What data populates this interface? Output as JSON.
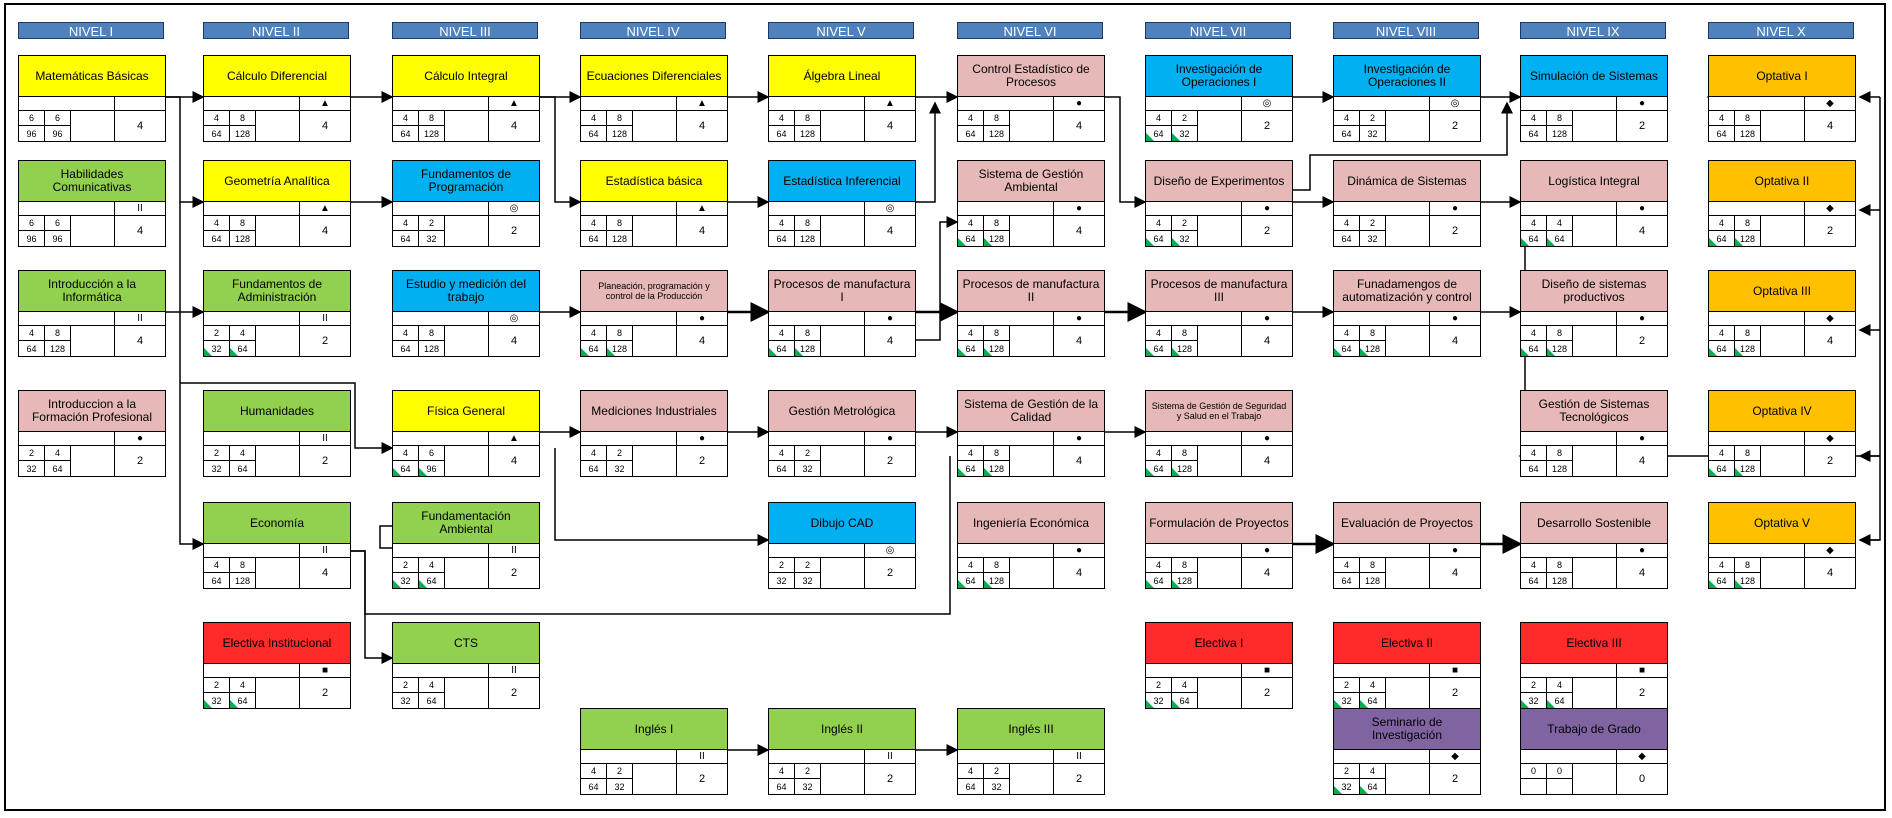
{
  "levels": [
    "NIVEL I",
    "NIVEL II",
    "NIVEL III",
    "NIVEL IV",
    "NIVEL V",
    "NIVEL VI",
    "NIVEL VII",
    "NIVEL VIII",
    "NIVEL IX",
    "NIVEL X"
  ],
  "colors": {
    "yellow": "#ffff00",
    "green": "#92d050",
    "blue": "#00b0f0",
    "pink": "#e6b9b8",
    "orange": "#ffc000",
    "red": "#ff2a2a",
    "purple": "#8064a2",
    "header": "#4f81bd"
  },
  "courses": [
    {
      "id": "mat",
      "col": 0,
      "row": 0,
      "name": "Matemáticas Básicas",
      "color": "yellow",
      "sym": "",
      "a": "6",
      "b": "6",
      "c": "96",
      "d": "96",
      "cr": "4",
      "tri": false
    },
    {
      "id": "hab",
      "col": 0,
      "row": 1,
      "name": "Habilidades Comunicativas",
      "color": "green",
      "sym": "II",
      "a": "6",
      "b": "6",
      "c": "96",
      "d": "96",
      "cr": "4",
      "tri": false
    },
    {
      "id": "inf",
      "col": 0,
      "row": 2,
      "name": "Introducción a la Informática",
      "color": "green",
      "sym": "II",
      "a": "4",
      "b": "8",
      "c": "64",
      "d": "128",
      "cr": "4",
      "tri": false
    },
    {
      "id": "ifp",
      "col": 0,
      "row": 3,
      "name": "Introduccion a la Formación Profesional",
      "color": "pink",
      "sym": "●",
      "a": "2",
      "b": "4",
      "c": "32",
      "d": "64",
      "cr": "2",
      "tri": false
    },
    {
      "id": "cd",
      "col": 1,
      "row": 0,
      "name": "Cálculo Diferencial",
      "color": "yellow",
      "sym": "▲",
      "a": "4",
      "b": "8",
      "c": "64",
      "d": "128",
      "cr": "4",
      "tri": false
    },
    {
      "id": "ga",
      "col": 1,
      "row": 1,
      "name": "Geometría Analítica",
      "color": "yellow",
      "sym": "▲",
      "a": "4",
      "b": "8",
      "c": "64",
      "d": "128",
      "cr": "4",
      "tri": false
    },
    {
      "id": "fa",
      "col": 1,
      "row": 2,
      "name": "Fundamentos de Administración",
      "color": "green",
      "sym": "II",
      "a": "2",
      "b": "4",
      "c": "32",
      "d": "64",
      "cr": "2",
      "tri": true
    },
    {
      "id": "hum",
      "col": 1,
      "row": 3,
      "name": "Humanidades",
      "color": "green",
      "sym": "II",
      "a": "2",
      "b": "4",
      "c": "32",
      "d": "64",
      "cr": "2",
      "tri": false
    },
    {
      "id": "eco",
      "col": 1,
      "row": 4,
      "name": "Economía",
      "color": "green",
      "sym": "II",
      "a": "4",
      "b": "8",
      "c": "64",
      "d": "128",
      "cr": "4",
      "tri": false
    },
    {
      "id": "ei",
      "col": 1,
      "row": 5,
      "name": "Electiva Institucional",
      "color": "red",
      "sym": "■",
      "a": "2",
      "b": "4",
      "c": "32",
      "d": "64",
      "cr": "2",
      "tri": true
    },
    {
      "id": "ci",
      "col": 2,
      "row": 0,
      "name": "Cálculo Integral",
      "color": "yellow",
      "sym": "▲",
      "a": "4",
      "b": "8",
      "c": "64",
      "d": "128",
      "cr": "4",
      "tri": false
    },
    {
      "id": "fp",
      "col": 2,
      "row": 1,
      "name": "Fundamentos de Programación",
      "color": "blue",
      "sym": "◎",
      "a": "4",
      "b": "2",
      "c": "64",
      "d": "32",
      "cr": "2",
      "tri": false
    },
    {
      "id": "emt",
      "col": 2,
      "row": 2,
      "name": "Estudio y medición del trabajo",
      "color": "blue",
      "sym": "◎",
      "a": "4",
      "b": "8",
      "c": "64",
      "d": "128",
      "cr": "4",
      "tri": false
    },
    {
      "id": "fg",
      "col": 2,
      "row": 3,
      "name": "Física General",
      "color": "yellow",
      "sym": "▲",
      "a": "4",
      "b": "6",
      "c": "64",
      "d": "96",
      "cr": "4",
      "tri": true
    },
    {
      "id": "fam",
      "col": 2,
      "row": 4,
      "name": "Fundamentación Ambiental",
      "color": "green",
      "sym": "II",
      "a": "2",
      "b": "4",
      "c": "32",
      "d": "64",
      "cr": "2",
      "tri": true
    },
    {
      "id": "cts",
      "col": 2,
      "row": 5,
      "name": "CTS",
      "color": "green",
      "sym": "II",
      "a": "2",
      "b": "4",
      "c": "32",
      "d": "64",
      "cr": "2",
      "tri": false
    },
    {
      "id": "ed",
      "col": 3,
      "row": 0,
      "name": "Ecuaciones Diferenciales",
      "color": "yellow",
      "sym": "▲",
      "a": "4",
      "b": "8",
      "c": "64",
      "d": "128",
      "cr": "4",
      "tri": false
    },
    {
      "id": "eb",
      "col": 3,
      "row": 1,
      "name": "Estadística básica",
      "color": "yellow",
      "sym": "▲",
      "a": "4",
      "b": "8",
      "c": "64",
      "d": "128",
      "cr": "4",
      "tri": false
    },
    {
      "id": "ppc",
      "col": 3,
      "row": 2,
      "name": "Planeación, programación y control de la Producción",
      "color": "pink",
      "sym": "●",
      "a": "4",
      "b": "8",
      "c": "64",
      "d": "128",
      "cr": "4",
      "tri": true,
      "small": true
    },
    {
      "id": "mi",
      "col": 3,
      "row": 3,
      "name": "Mediciones Industriales",
      "color": "pink",
      "sym": "●",
      "a": "4",
      "b": "2",
      "c": "64",
      "d": "32",
      "cr": "2",
      "tri": false
    },
    {
      "id": "in1",
      "col": 3,
      "row": 6,
      "name": "Inglés I",
      "color": "green",
      "sym": "II",
      "a": "4",
      "b": "2",
      "c": "64",
      "d": "32",
      "cr": "2",
      "tri": false
    },
    {
      "id": "al",
      "col": 4,
      "row": 0,
      "name": "Álgebra Lineal",
      "color": "yellow",
      "sym": "▲",
      "a": "4",
      "b": "8",
      "c": "64",
      "d": "128",
      "cr": "4",
      "tri": false
    },
    {
      "id": "ein",
      "col": 4,
      "row": 1,
      "name": "Estadística Inferencial",
      "color": "blue",
      "sym": "◎",
      "a": "4",
      "b": "8",
      "c": "64",
      "d": "128",
      "cr": "4",
      "tri": false
    },
    {
      "id": "pm1",
      "col": 4,
      "row": 2,
      "name": "Procesos de manufactura I",
      "color": "pink",
      "sym": "●",
      "a": "4",
      "b": "8",
      "c": "64",
      "d": "128",
      "cr": "4",
      "tri": true
    },
    {
      "id": "gm",
      "col": 4,
      "row": 3,
      "name": "Gestión Metrológica",
      "color": "pink",
      "sym": "●",
      "a": "4",
      "b": "2",
      "c": "64",
      "d": "32",
      "cr": "2",
      "tri": false
    },
    {
      "id": "cad",
      "col": 4,
      "row": 4,
      "name": "Dibujo CAD",
      "color": "blue",
      "sym": "◎",
      "a": "2",
      "b": "2",
      "c": "32",
      "d": "32",
      "cr": "2",
      "tri": false
    },
    {
      "id": "in2",
      "col": 4,
      "row": 6,
      "name": "Inglés II",
      "color": "green",
      "sym": "II",
      "a": "4",
      "b": "2",
      "c": "64",
      "d": "32",
      "cr": "2",
      "tri": false
    },
    {
      "id": "cep",
      "col": 5,
      "row": 0,
      "name": "Control Estadístico de Procesos",
      "color": "pink",
      "sym": "●",
      "a": "4",
      "b": "8",
      "c": "64",
      "d": "128",
      "cr": "4",
      "tri": false
    },
    {
      "id": "sga",
      "col": 5,
      "row": 1,
      "name": "Sistema de Gestión Ambiental",
      "color": "pink",
      "sym": "●",
      "a": "4",
      "b": "8",
      "c": "64",
      "d": "128",
      "cr": "4",
      "tri": true
    },
    {
      "id": "pm2",
      "col": 5,
      "row": 2,
      "name": "Procesos de manufactura II",
      "color": "pink",
      "sym": "●",
      "a": "4",
      "b": "8",
      "c": "64",
      "d": "128",
      "cr": "4",
      "tri": true
    },
    {
      "id": "sgc",
      "col": 5,
      "row": 3,
      "name": "Sistema de Gestión de la Calidad",
      "color": "pink",
      "sym": "●",
      "a": "4",
      "b": "8",
      "c": "64",
      "d": "128",
      "cr": "4",
      "tri": true
    },
    {
      "id": "ie",
      "col": 5,
      "row": 4,
      "name": "Ingeniería Económica",
      "color": "pink",
      "sym": "●",
      "a": "4",
      "b": "8",
      "c": "64",
      "d": "128",
      "cr": "4",
      "tri": true
    },
    {
      "id": "in3",
      "col": 5,
      "row": 6,
      "name": "Inglés III",
      "color": "green",
      "sym": "II",
      "a": "4",
      "b": "2",
      "c": "64",
      "d": "32",
      "cr": "2",
      "tri": false
    },
    {
      "id": "io1",
      "col": 6,
      "row": 0,
      "name": "Investigación de Operaciones I",
      "color": "blue",
      "sym": "◎",
      "a": "4",
      "b": "2",
      "c": "64",
      "d": "32",
      "cr": "2",
      "tri": true
    },
    {
      "id": "dex",
      "col": 6,
      "row": 1,
      "name": "Diseño de Experimentos",
      "color": "pink",
      "sym": "●",
      "a": "4",
      "b": "2",
      "c": "64",
      "d": "32",
      "cr": "2",
      "tri": true
    },
    {
      "id": "pm3",
      "col": 6,
      "row": 2,
      "name": "Procesos de manufactura III",
      "color": "pink",
      "sym": "●",
      "a": "4",
      "b": "8",
      "c": "64",
      "d": "128",
      "cr": "4",
      "tri": true
    },
    {
      "id": "sgss",
      "col": 6,
      "row": 3,
      "name": "Sistema de Gestión de Seguridad y Salud en el Trabajo",
      "color": "pink",
      "sym": "●",
      "a": "4",
      "b": "8",
      "c": "64",
      "d": "128",
      "cr": "4",
      "tri": true,
      "small": true
    },
    {
      "id": "fpr",
      "col": 6,
      "row": 4,
      "name": "Formulación de Proyectos",
      "color": "pink",
      "sym": "●",
      "a": "4",
      "b": "8",
      "c": "64",
      "d": "128",
      "cr": "4",
      "tri": true
    },
    {
      "id": "el1",
      "col": 6,
      "row": 5,
      "name": "Electiva I",
      "color": "red",
      "sym": "■",
      "a": "2",
      "b": "4",
      "c": "32",
      "d": "64",
      "cr": "2",
      "tri": true
    },
    {
      "id": "io2",
      "col": 7,
      "row": 0,
      "name": "Investigación de Operaciones II",
      "color": "blue",
      "sym": "◎",
      "a": "4",
      "b": "2",
      "c": "64",
      "d": "32",
      "cr": "2",
      "tri": false
    },
    {
      "id": "ds",
      "col": 7,
      "row": 1,
      "name": "Dinámica de Sistemas",
      "color": "pink",
      "sym": "●",
      "a": "4",
      "b": "2",
      "c": "64",
      "d": "32",
      "cr": "2",
      "tri": false
    },
    {
      "id": "fac",
      "col": 7,
      "row": 2,
      "name": "Funadamengos de automatización y control",
      "color": "pink",
      "sym": "●",
      "a": "4",
      "b": "8",
      "c": "64",
      "d": "128",
      "cr": "4",
      "tri": true
    },
    {
      "id": "epr",
      "col": 7,
      "row": 4,
      "name": "Evaluación de Proyectos",
      "color": "pink",
      "sym": "●",
      "a": "4",
      "b": "8",
      "c": "64",
      "d": "128",
      "cr": "4",
      "tri": false
    },
    {
      "id": "el2",
      "col": 7,
      "row": 5,
      "name": "Electiva II",
      "color": "red",
      "sym": "■",
      "a": "2",
      "b": "4",
      "c": "32",
      "d": "64",
      "cr": "2",
      "tri": true
    },
    {
      "id": "sem",
      "col": 7,
      "row": 6,
      "name": "Seminario de Investigación",
      "color": "purple",
      "sym": "◆",
      "a": "2",
      "b": "4",
      "c": "32",
      "d": "64",
      "cr": "2",
      "tri": true
    },
    {
      "id": "sim",
      "col": 8,
      "row": 0,
      "name": "Simulación de Sistemas",
      "color": "blue",
      "sym": "●",
      "a": "4",
      "b": "8",
      "c": "64",
      "d": "128",
      "cr": "2",
      "tri": false
    },
    {
      "id": "li",
      "col": 8,
      "row": 1,
      "name": "Logística Integral",
      "color": "pink",
      "sym": "●",
      "a": "4",
      "b": "4",
      "c": "64",
      "d": "64",
      "cr": "4",
      "tri": true
    },
    {
      "id": "dsp",
      "col": 8,
      "row": 2,
      "name": "Diseño de sistemas productivos",
      "color": "pink",
      "sym": "●",
      "a": "4",
      "b": "8",
      "c": "64",
      "d": "128",
      "cr": "2",
      "tri": true
    },
    {
      "id": "gst",
      "col": 8,
      "row": 3,
      "name": "Gestión de Sistemas Tecnológicos",
      "color": "pink",
      "sym": "●",
      "a": "4",
      "b": "8",
      "c": "64",
      "d": "128",
      "cr": "4",
      "tri": false
    },
    {
      "id": "dso",
      "col": 8,
      "row": 4,
      "name": "Desarrollo Sostenible",
      "color": "pink",
      "sym": "●",
      "a": "4",
      "b": "8",
      "c": "64",
      "d": "128",
      "cr": "4",
      "tri": false
    },
    {
      "id": "el3",
      "col": 8,
      "row": 5,
      "name": "Electiva III",
      "color": "red",
      "sym": "■",
      "a": "2",
      "b": "4",
      "c": "32",
      "d": "64",
      "cr": "2",
      "tri": true
    },
    {
      "id": "tg",
      "col": 8,
      "row": 6,
      "name": "Trabajo de Grado",
      "color": "purple",
      "sym": "◆",
      "a": "0",
      "b": "0",
      "c": "",
      "d": "",
      "cr": "0",
      "tri": false
    },
    {
      "id": "op1",
      "col": 9,
      "row": 0,
      "name": "Optativa I",
      "color": "orange",
      "sym": "◆",
      "a": "4",
      "b": "8",
      "c": "64",
      "d": "128",
      "cr": "4",
      "tri": false
    },
    {
      "id": "op2",
      "col": 9,
      "row": 1,
      "name": "Optativa II",
      "color": "orange",
      "sym": "◆",
      "a": "4",
      "b": "8",
      "c": "64",
      "d": "128",
      "cr": "2",
      "tri": true
    },
    {
      "id": "op3",
      "col": 9,
      "row": 2,
      "name": "Optativa III",
      "color": "orange",
      "sym": "◆",
      "a": "4",
      "b": "8",
      "c": "64",
      "d": "128",
      "cr": "4",
      "tri": true
    },
    {
      "id": "op4",
      "col": 9,
      "row": 3,
      "name": "Optativa IV",
      "color": "orange",
      "sym": "◆",
      "a": "4",
      "b": "8",
      "c": "64",
      "d": "128",
      "cr": "2",
      "tri": true
    },
    {
      "id": "op5",
      "col": 9,
      "row": 4,
      "name": "Optativa V",
      "color": "orange",
      "sym": "◆",
      "a": "4",
      "b": "8",
      "c": "64",
      "d": "128",
      "cr": "4",
      "tri": true
    }
  ]
}
